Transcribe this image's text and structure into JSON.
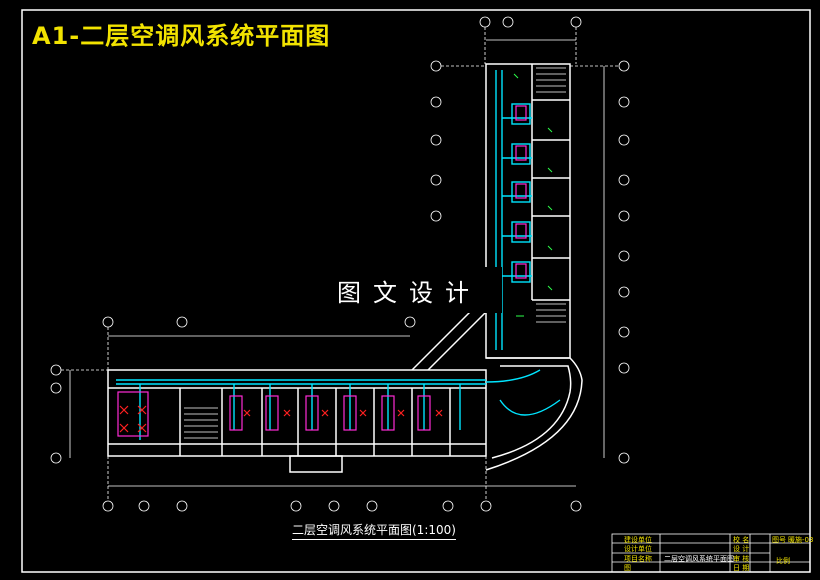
{
  "title": "A1-二层空调风系统平面图",
  "watermark": "图文设计",
  "caption": "二层空调风系统平面图(1:100)",
  "colors": {
    "background": "#000000",
    "title": "#f2e300",
    "duct": "#00e5ff",
    "equipment": "#ff2bd6",
    "walls": "#ffffff",
    "annotation": "#f2e300",
    "green": "#2bff4a",
    "red": "#ff2020"
  },
  "title_block": {
    "rows": [
      {
        "label": "建设单位",
        "col2": "校 名"
      },
      {
        "label": "设计单位",
        "col2": "设 计"
      },
      {
        "label": "项目名称",
        "col2": "审 核"
      },
      {
        "label": "图",
        "col2": "日 期"
      }
    ],
    "drawing_name": "二层空调风系统平面图",
    "sheet_label": "图号",
    "sheet_code": "暖施-03",
    "right_label": "比例"
  }
}
